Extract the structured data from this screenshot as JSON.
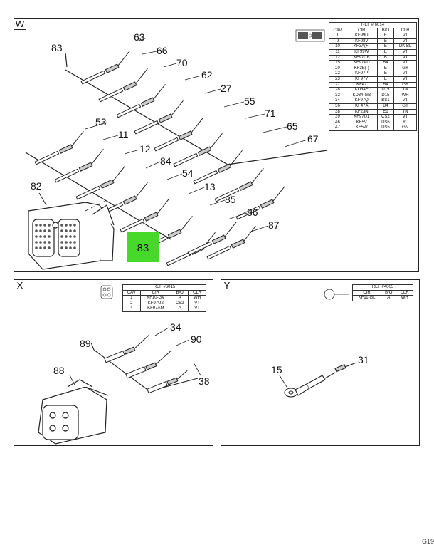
{
  "panel_w": {
    "tag": "W",
    "table_title": "REF # 6014",
    "headers": [
      "CAV",
      "CIR",
      "B/O",
      "CLR"
    ],
    "rows": [
      [
        "1",
        "KF99U",
        "E",
        "VT"
      ],
      [
        "9",
        "KF98V",
        "E",
        "VT"
      ],
      [
        "10",
        "KF3A(+)",
        "E",
        "DK BL"
      ],
      [
        "11",
        "KF99W",
        "E",
        "VT"
      ],
      [
        "12",
        "KF97CB",
        "B",
        "VT"
      ],
      [
        "15",
        "KF97AD",
        "B4",
        "VT"
      ],
      [
        "20",
        "KF3B(-)",
        "E",
        "GY"
      ],
      [
        "22",
        "KF97P",
        "E",
        "VT"
      ],
      [
        "23",
        "KF97Y",
        "E",
        "VT"
      ],
      [
        "27",
        "KF47",
        "B4",
        "GY"
      ],
      [
        "28",
        "KD34E",
        "D15",
        "TN"
      ],
      [
        "32",
        "KD34-GB",
        "D15",
        "WH"
      ],
      [
        "34",
        "KF97Q",
        "BS1",
        "VT"
      ],
      [
        "36",
        "KF47A",
        "B4",
        "GY"
      ],
      [
        "38",
        "KF23N",
        "E1",
        "TN"
      ],
      [
        "39",
        "KF97U1",
        "CS2",
        "VT"
      ],
      [
        "46",
        "KF5V",
        "DS6",
        "YL"
      ],
      [
        "47",
        "KF5W",
        "DS5",
        "GN"
      ]
    ],
    "callouts_top": [
      "83",
      "63",
      "66",
      "70",
      "62",
      "27",
      "55",
      "71",
      "65",
      "67"
    ],
    "callouts_bottom": [
      "53",
      "11",
      "12",
      "84",
      "54",
      "13",
      "85",
      "86",
      "87"
    ],
    "connector_label": "82",
    "highlight_label": "83"
  },
  "panel_x": {
    "tag": "X",
    "table_title": "REF #6015",
    "headers": [
      "CAV",
      "CIR",
      "B/O",
      "CLR"
    ],
    "rows": [
      [
        "1",
        "KF10-GV",
        "A",
        "WH"
      ],
      [
        "2",
        "KF97U2",
        "CS2",
        "VT"
      ],
      [
        "4",
        "KF97AM",
        "A",
        "VT"
      ]
    ],
    "callouts": [
      "34",
      "89",
      "90",
      "88",
      "38"
    ]
  },
  "panel_y": {
    "tag": "Y",
    "table_title": "REF #4005",
    "headers": [
      "CIR",
      "B/O",
      "CLR"
    ],
    "rows": [
      [
        "KF11-GL",
        "A",
        "WH"
      ]
    ],
    "callouts": [
      "15",
      "31"
    ]
  },
  "colors": {
    "highlight": "#46d92a",
    "line": "#222222"
  },
  "page_corner": "G19"
}
